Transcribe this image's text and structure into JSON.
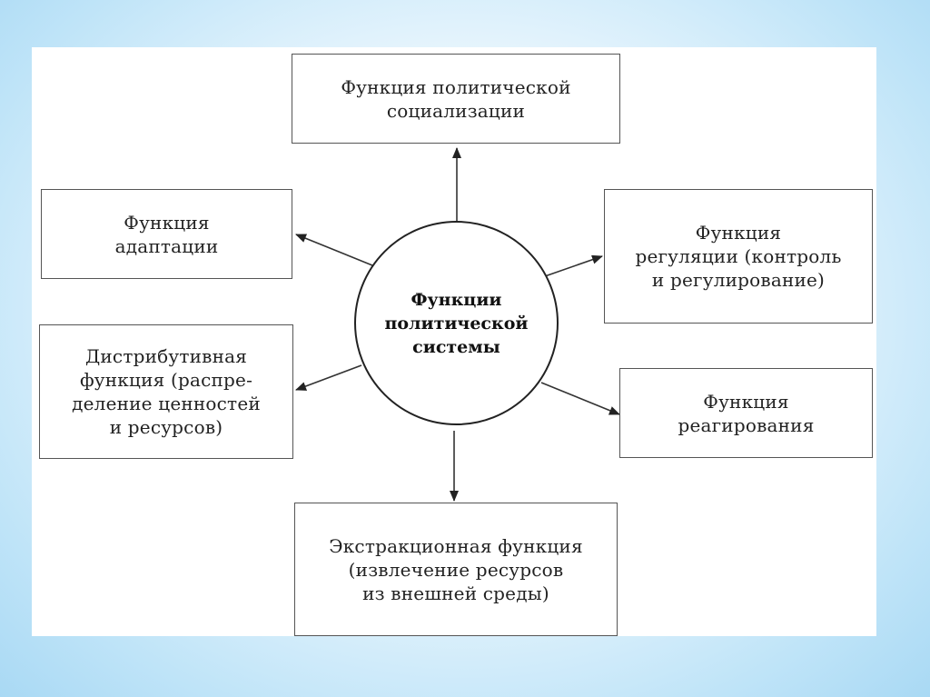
{
  "diagram": {
    "center": "Функции\nполитической\nсистемы",
    "nodes": {
      "socialization": "Функция политической\nсоциализации",
      "adaptation": "Функция\nадаптации",
      "regulation": "Функция\nрегуляции (контроль\nи регулирование)",
      "distributive": "Дистрибутивная\nфункция (распре-\nделение ценностей\nи ресурсов)",
      "response": "Функция\nреагирования",
      "extraction": "Экстракционная функция\n(извлечение ресурсов\nиз внешней среды)"
    }
  }
}
